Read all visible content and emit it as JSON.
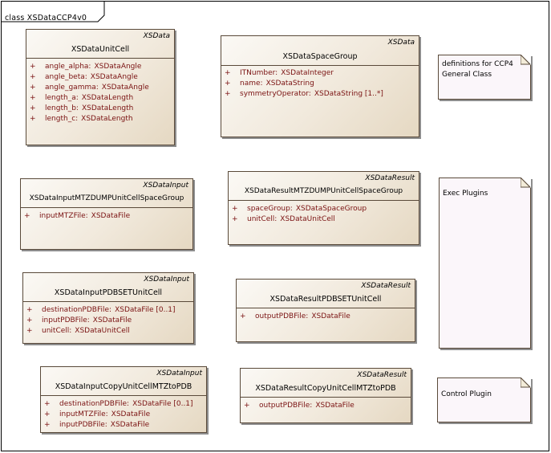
{
  "frame": {
    "label": "class XSDataCCP4v0"
  },
  "classes": [
    {
      "id": "unitcell",
      "stereotype": "XSData",
      "name": "XSDataUnitCell",
      "attributes": [
        {
          "vis": "+",
          "name": "angle_alpha:",
          "type": "XSDataAngle"
        },
        {
          "vis": "+",
          "name": "angle_beta:",
          "type": "XSDataAngle"
        },
        {
          "vis": "+",
          "name": "angle_gamma:",
          "type": "XSDataAngle"
        },
        {
          "vis": "+",
          "name": "length_a:",
          "type": "XSDataLength"
        },
        {
          "vis": "+",
          "name": "length_b:",
          "type": "XSDataLength"
        },
        {
          "vis": "+",
          "name": "length_c:",
          "type": "XSDataLength"
        }
      ]
    },
    {
      "id": "spacegroup",
      "stereotype": "XSData",
      "name": "XSDataSpaceGroup",
      "attributes": [
        {
          "vis": "+",
          "name": "ITNumber:",
          "type": "XSDataInteger"
        },
        {
          "vis": "+",
          "name": "name:",
          "type": "XSDataString"
        },
        {
          "vis": "+",
          "name": "symmetryOperator:",
          "type": "XSDataString [1..*]"
        }
      ]
    },
    {
      "id": "inmtzdump",
      "stereotype": "XSDataInput",
      "name": "XSDataInputMTZDUMPUnitCellSpaceGroup",
      "attributes": [
        {
          "vis": "+",
          "name": "inputMTZFile:",
          "type": "XSDataFile"
        }
      ]
    },
    {
      "id": "resmtzdump",
      "stereotype": "XSDataResult",
      "name": "XSDataResultMTZDUMPUnitCellSpaceGroup",
      "attributes": [
        {
          "vis": "+",
          "name": "spaceGroup:",
          "type": "XSDataSpaceGroup"
        },
        {
          "vis": "+",
          "name": "unitCell:",
          "type": "XSDataUnitCell"
        }
      ]
    },
    {
      "id": "inpdbset",
      "stereotype": "XSDataInput",
      "name": "XSDataInputPDBSETUnitCell",
      "attributes": [
        {
          "vis": "+",
          "name": "destinationPDBFile:",
          "type": "XSDataFile [0..1]"
        },
        {
          "vis": "+",
          "name": "inputPDBFile:",
          "type": "XSDataFile"
        },
        {
          "vis": "+",
          "name": "unitCell:",
          "type": "XSDataUnitCell"
        }
      ]
    },
    {
      "id": "respdbset",
      "stereotype": "XSDataResult",
      "name": "XSDataResultPDBSETUnitCell",
      "attributes": [
        {
          "vis": "+",
          "name": "outputPDBFile:",
          "type": "XSDataFile"
        }
      ]
    },
    {
      "id": "incopy",
      "stereotype": "XSDataInput",
      "name": "XSDataInputCopyUnitCellMTZtoPDB",
      "attributes": [
        {
          "vis": "+",
          "name": "destinationPDBFile:",
          "type": "XSDataFile [0..1]"
        },
        {
          "vis": "+",
          "name": "inputMTZFile:",
          "type": "XSDataFile"
        },
        {
          "vis": "+",
          "name": "inputPDBFile:",
          "type": "XSDataFile"
        }
      ]
    },
    {
      "id": "rescopy",
      "stereotype": "XSDataResult",
      "name": "XSDataResultCopyUnitCellMTZtoPDB",
      "attributes": [
        {
          "vis": "+",
          "name": "outputPDBFile:",
          "type": "XSDataFile"
        }
      ]
    }
  ],
  "notes": [
    {
      "id": "definitions",
      "lines": [
        "definitions for CCP4",
        "General Class"
      ]
    },
    {
      "id": "exec",
      "lines": [
        "Exec Plugins"
      ]
    },
    {
      "id": "control",
      "lines": [
        "Control Plugin"
      ]
    }
  ]
}
